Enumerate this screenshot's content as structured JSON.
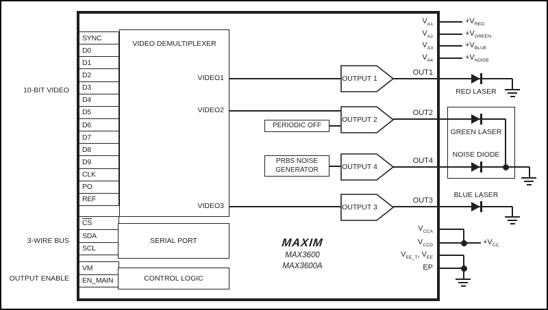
{
  "diagram": {
    "colors": {
      "line": "#1f1f1f",
      "background": "#ffffff"
    },
    "outside_left": {
      "ten_bit_video": "10-BIT VIDEO",
      "three_wire_bus": "3-WIRE BUS",
      "output_enable": "OUTPUT ENABLE"
    },
    "pins_left": {
      "video": [
        "SYNC",
        "D0",
        "D1",
        "D2",
        "D3",
        "D4",
        "D5",
        "D6",
        "D7",
        "D8",
        "D9",
        "CLK",
        "PO",
        "REF"
      ],
      "serial": [
        "CS",
        "SDA",
        "SCL"
      ],
      "enable": [
        "VM",
        "EN_MAIN"
      ]
    },
    "blocks": {
      "video_demultiplexer": "VIDEO DEMULTIPLEXER",
      "serial_port": "SERIAL PORT",
      "control_logic": "CONTROL LOGIC",
      "periodic_off": "PERIODIC OFF",
      "prbs_line1": "PRBS NOISE",
      "prbs_line2": "GENERATOR"
    },
    "demux_outputs": [
      "VIDEO1",
      "VIDEO2",
      "VIDEO3"
    ],
    "amps": [
      "OUTPUT 1",
      "OUTPUT 2",
      "OUTPUT 4",
      "OUTPUT 3"
    ],
    "pins_right": {
      "va": [
        {
          "main": "V",
          "sub": "A1",
          "ext_main": "+V",
          "ext_sub": "RED"
        },
        {
          "main": "V",
          "sub": "A2",
          "ext_main": "+V",
          "ext_sub": "GREEN"
        },
        {
          "main": "V",
          "sub": "A3",
          "ext_main": "+V",
          "ext_sub": "BLUE"
        },
        {
          "main": "V",
          "sub": "A4",
          "ext_main": "+V",
          "ext_sub": "NOISE"
        }
      ],
      "out": [
        "OUT1",
        "OUT2",
        "OUT4",
        "OUT3"
      ],
      "supply": {
        "vcca": {
          "main": "V",
          "sub": "CCA"
        },
        "vccd": {
          "main": "V",
          "sub": "CCD"
        },
        "vee": {
          "m1": "V",
          "s1": "EE_T",
          "m2": ", V",
          "s2": "EE"
        },
        "ep": "EP",
        "vcc_ext": {
          "main": "+V",
          "sub": "CC"
        }
      }
    },
    "devices": {
      "red_laser": "RED LASER",
      "green_laser": "GREEN LASER",
      "noise_diode": "NOISE DIODE",
      "blue_laser": "BLUE LASER"
    },
    "branding": {
      "logo": "MAXIM",
      "part_a": "MAX3600",
      "part_b": "MAX3600A"
    }
  }
}
